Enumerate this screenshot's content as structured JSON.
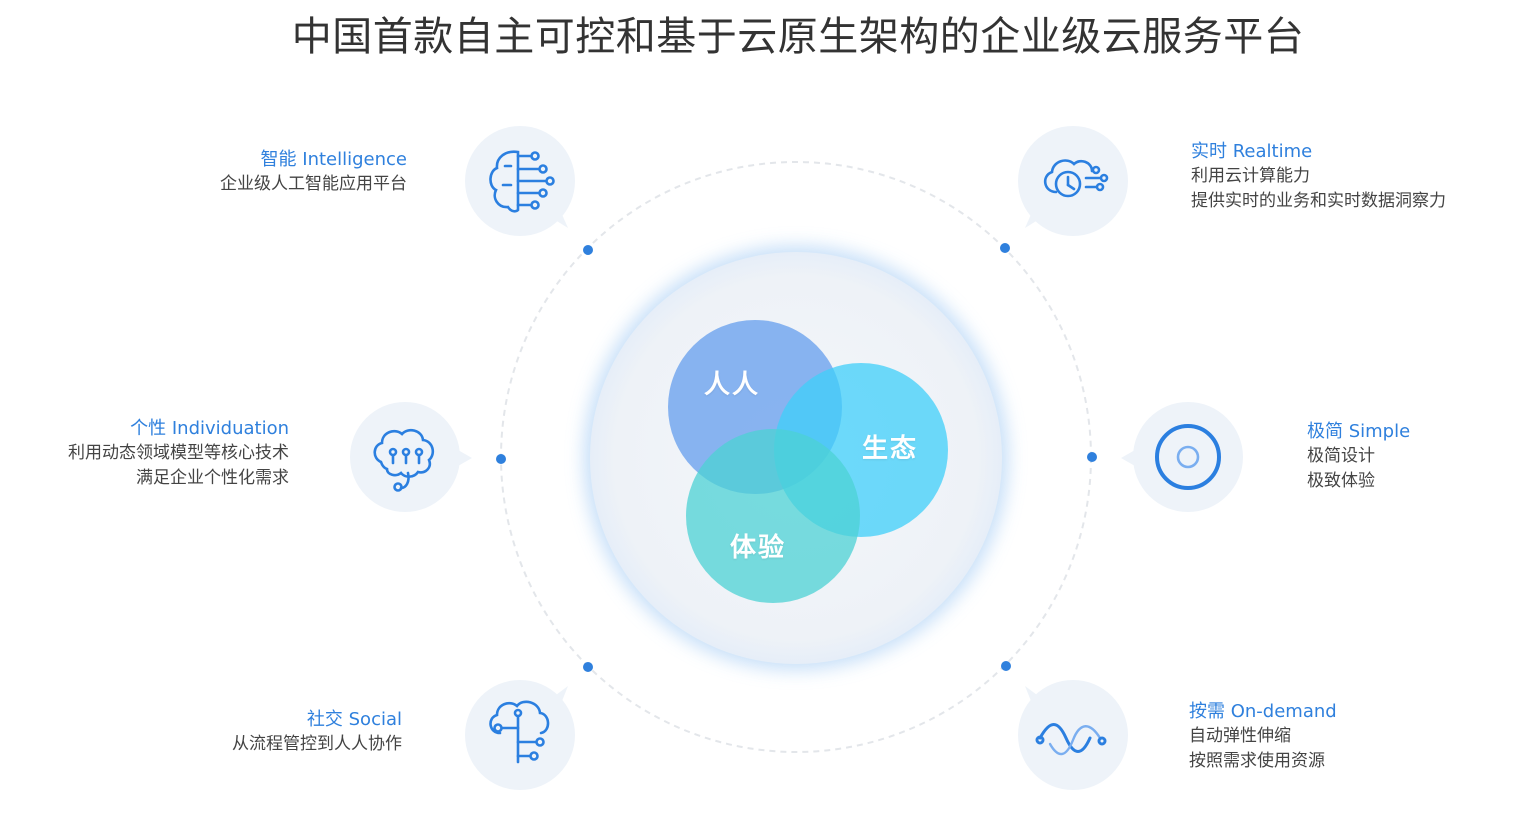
{
  "title": "中国首款自主可控和基于云原生架构的企业级云服务平台",
  "center": {
    "people": "人人",
    "ecology": "生态",
    "experience": "体验"
  },
  "features": {
    "intelligence": {
      "heading": "智能 Intelligence",
      "lines": [
        "企业级人工智能应用平台"
      ],
      "icon": "brain-circuit-icon"
    },
    "individuation": {
      "heading": "个性 Individuation",
      "lines": [
        "利用动态领域模型等核心技术",
        "满足企业个性化需求"
      ],
      "icon": "brain-icon"
    },
    "social": {
      "heading": "社交 Social",
      "lines": [
        "从流程管控到人人协作"
      ],
      "icon": "cloud-network-icon"
    },
    "realtime": {
      "heading": "实时 Realtime",
      "lines": [
        "利用云计算能力",
        "提供实时的业务和实时数据洞察力"
      ],
      "icon": "cloud-clock-icon"
    },
    "simple": {
      "heading": "极简 Simple",
      "lines": [
        "极简设计",
        "极致体验"
      ],
      "icon": "target-ring-icon"
    },
    "ondemand": {
      "heading": "按需 On-demand",
      "lines": [
        "自动弹性伸缩",
        "按照需求使用资源"
      ],
      "icon": "wave-icon"
    }
  },
  "colors": {
    "accent": "#2f80dd",
    "icon_blue": "#2b7fe0",
    "bubble_people": "#7fb0f0",
    "bubble_ecology": "#5ed6fa",
    "bubble_experience": "#63d9dc"
  }
}
